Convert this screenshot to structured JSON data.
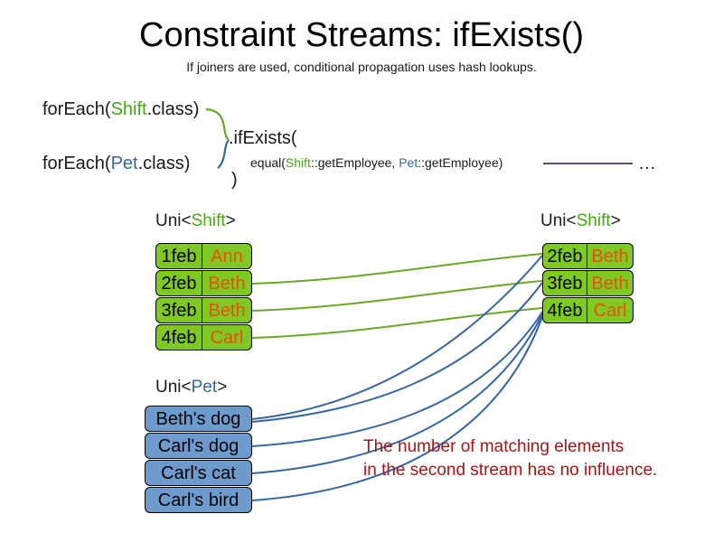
{
  "slide": {
    "title": "Constraint Streams: ifExists()",
    "subtitle": "If joiners are used, conditional propagation uses hash lookups.",
    "caption_line1": "The number of matching elements",
    "caption_line2": "in the second stream has no influence."
  },
  "code": {
    "foreach_shift": {
      "prefix": "forEach(",
      "type": "Shift",
      "suffix": ".class)"
    },
    "foreach_pet": {
      "prefix": "forEach(",
      "type": "Pet",
      "suffix": ".class)"
    },
    "method": ".ifExists(",
    "joiner": {
      "prefix": "equal(",
      "left": "Shift",
      "mid": "::getEmployee, ",
      "right": "Pet",
      "suffix": "::getEmployee)"
    },
    "close_paren": ")",
    "ellipsis": "…"
  },
  "tables": {
    "left_shift": {
      "label_prefix": "Uni<",
      "label_type": "Shift",
      "label_suffix": ">",
      "rows": [
        {
          "date": "1feb",
          "name": "Ann"
        },
        {
          "date": "2feb",
          "name": "Beth"
        },
        {
          "date": "3feb",
          "name": "Beth"
        },
        {
          "date": "4feb",
          "name": "Carl"
        }
      ]
    },
    "pet": {
      "label_prefix": "Uni<",
      "label_type": "Pet",
      "label_suffix": ">",
      "rows": [
        {
          "name": "Beth's dog"
        },
        {
          "name": "Carl's dog"
        },
        {
          "name": "Carl's cat"
        },
        {
          "name": "Carl's bird"
        }
      ]
    },
    "right_shift": {
      "label_prefix": "Uni<",
      "label_type": "Shift",
      "label_suffix": ">",
      "rows": [
        {
          "date": "2feb",
          "name": "Beth"
        },
        {
          "date": "3feb",
          "name": "Beth"
        },
        {
          "date": "4feb",
          "name": "Carl"
        }
      ]
    }
  },
  "colors": {
    "shift_green": "#80c924",
    "pet_blue": "#6e9bcd",
    "name_orange": "#e8500a",
    "green_line": "#6aa82a",
    "blue_line": "#3465a4",
    "caption_red": "#a01818",
    "joiner_line": "#5c4a72"
  }
}
